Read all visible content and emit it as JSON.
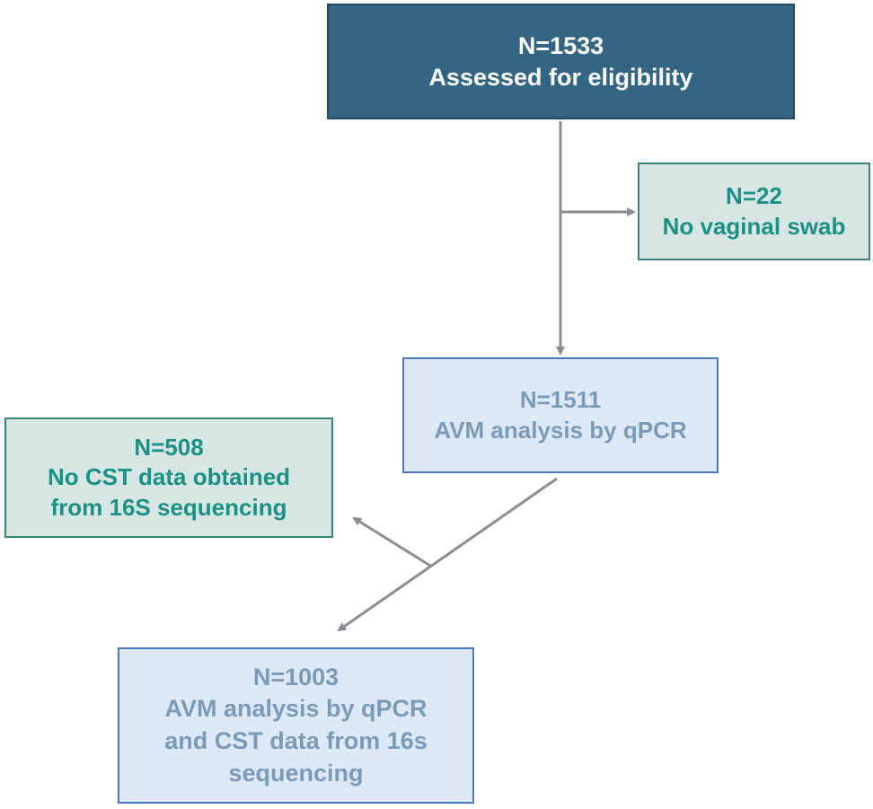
{
  "diagram": {
    "type": "flowchart",
    "boxes": {
      "assessed": {
        "count": "N=1533",
        "label": "Assessed for eligibility",
        "fill": "#336583",
        "text_color": "#ffffff"
      },
      "excluded_swab": {
        "count": "N=22",
        "label": "No vaginal swab",
        "fill": "#d8e6e3",
        "text_color": "#1b9186"
      },
      "qpcr": {
        "count": "N=1511",
        "label": "AVM analysis by qPCR",
        "fill": "#dde9f7",
        "text_color": "#7b9ab8"
      },
      "excluded_cst": {
        "count": "N=508",
        "lines": [
          "No CST data obtained",
          "from 16S sequencing"
        ],
        "fill": "#d8e6e3",
        "text_color": "#1b9186"
      },
      "final": {
        "count": "N=1003",
        "lines": [
          "AVM analysis by qPCR",
          "and CST data from 16s",
          "sequencing"
        ],
        "fill": "#dde9f7",
        "text_color": "#7b9ab8"
      }
    },
    "edges": [
      {
        "from": "assessed",
        "to": "qpcr"
      },
      {
        "from": "assessed",
        "to": "excluded_swab"
      },
      {
        "from": "qpcr",
        "to": "final"
      },
      {
        "from": "qpcr",
        "to": "excluded_cst"
      }
    ],
    "arrow_color": "#8a8d90"
  }
}
